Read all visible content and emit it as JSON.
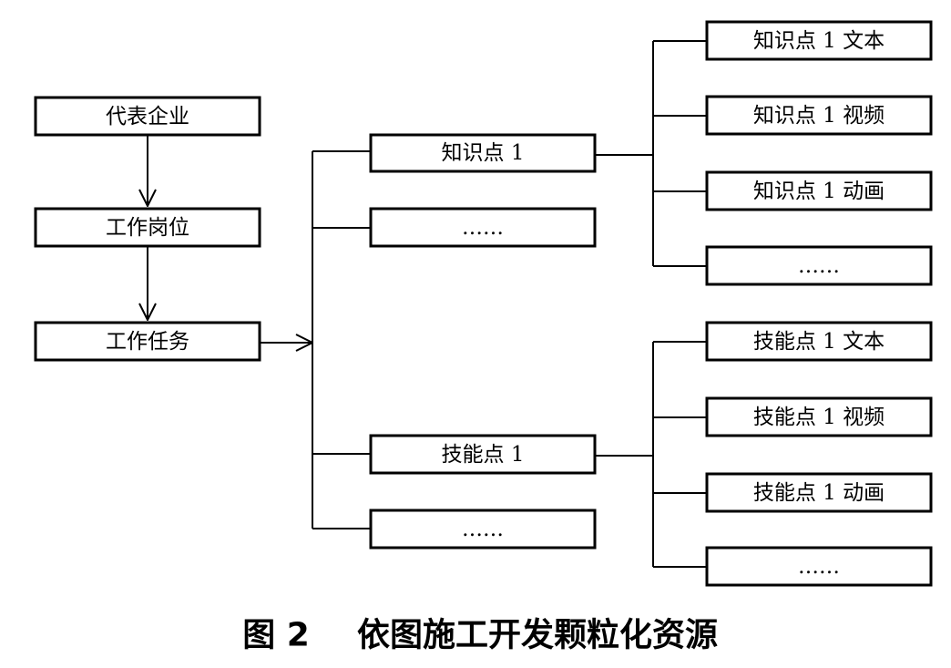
{
  "flow": {
    "enterprise": "代表企业",
    "position": "工作岗位",
    "task": "工作任务"
  },
  "knowledge": {
    "point": "知识点 1",
    "more": "……",
    "resources": [
      "知识点 1 文本",
      "知识点 1 视频",
      "知识点 1 动画",
      "……"
    ]
  },
  "skill": {
    "point": "技能点 1",
    "more": "……",
    "resources": [
      "技能点 1 文本",
      "技能点 1 视频",
      "技能点 1 动画",
      "……"
    ]
  },
  "caption": {
    "figure_no": "图 2",
    "title": "依图施工开发颗粒化资源"
  }
}
